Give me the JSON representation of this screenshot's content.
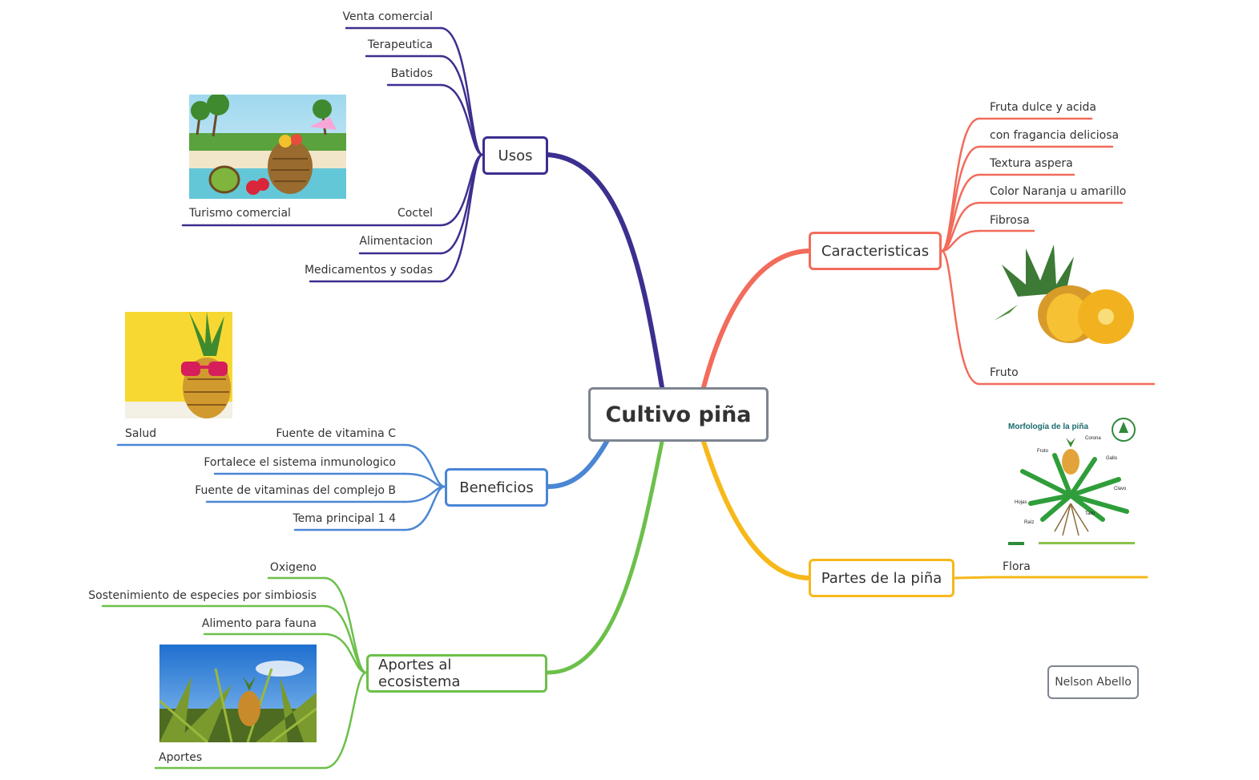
{
  "root": {
    "label": "Cultivo piña"
  },
  "colors": {
    "usos": "#3b2f8f",
    "beneficios": "#4a86d4",
    "ecosistema": "#6cc04a",
    "caracteristicas": "#f26b5b",
    "partes": "#f6b81a",
    "root_border": "#7d8590"
  },
  "branches": {
    "usos": {
      "label": "Usos",
      "items": [
        "Venta comercial",
        "Terapeutica",
        "Batidos",
        "Coctel",
        "Alimentacion",
        "Medicamentos y sodas"
      ],
      "image_item": {
        "label": "Turismo comercial",
        "image": "pineapple-cocktail-beach-image"
      }
    },
    "caracteristicas": {
      "label": "Caracteristicas",
      "items": [
        "Fruta dulce y acida",
        "con fragancia deliciosa",
        "Textura aspera",
        "Color Naranja u amarillo",
        "Fibrosa"
      ],
      "image_item": {
        "label": "Fruto",
        "image": "pineapple-fruit-image"
      }
    },
    "beneficios": {
      "label": "Beneficios",
      "items": [
        "Fuente de vitamina C",
        "Fortalece el sistema inmunologico",
        "Fuente de vitaminas del complejo B",
        "Tema principal 1 4"
      ],
      "image_item": {
        "label": "Salud",
        "image": "pineapple-sunglasses-image"
      }
    },
    "partes": {
      "label": "Partes de la piña",
      "image_item": {
        "label": "Flora",
        "image": "pineapple-morphology-image",
        "image_title": "Morfología de la piña",
        "parts": [
          "Corona",
          "Fruto",
          "Gallo",
          "Clavo",
          "Hojas",
          "Tallo",
          "Raíz"
        ]
      }
    },
    "ecosistema": {
      "label": "Aportes al ecosistema",
      "items": [
        "Oxigeno",
        "Sostenimiento de especies por simbiosis",
        "Alimento para fauna"
      ],
      "image_item": {
        "label": "Aportes",
        "image": "pineapple-field-image"
      }
    }
  },
  "author": {
    "name": "Nelson Abello"
  }
}
